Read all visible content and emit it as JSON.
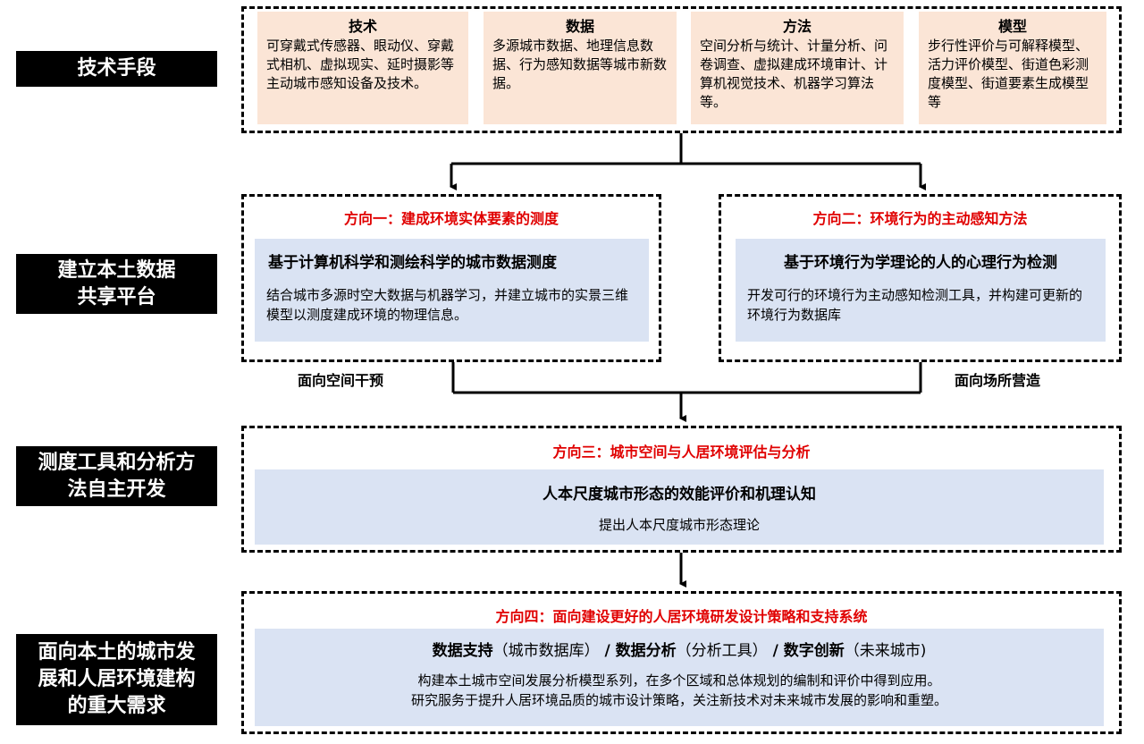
{
  "left_labels": {
    "tech": "技术手段",
    "platform_line1": "建立本土数据",
    "platform_line2": "共享平台",
    "tools_line1": "测度工具和分析方",
    "tools_line2": "法自主开发",
    "demand_line1": "面向本土的城市发",
    "demand_line2": "展和人居环境建构",
    "demand_line3": "的重大需求"
  },
  "top_boxes": [
    {
      "title": "技术",
      "desc": "可穿戴式传感器、眼动仪、穿戴式相机、虚拟现实、延时摄影等主动城市感知设备及技术。"
    },
    {
      "title": "数据",
      "desc": "多源城市数据、地理信息数据、行为感知数据等城市新数据。"
    },
    {
      "title": "方法",
      "desc": "空间分析与统计、计量分析、问卷调查、虚拟建成环境审计、计算机视觉技术、机器学习算法等。"
    },
    {
      "title": "模型",
      "desc": "步行性评价与可解释模型、活力评价模型、街道色彩测度模型、街道要素生成模型等"
    }
  ],
  "direction1": {
    "title": "方向一：建成环境实体要素的测度",
    "subtitle": "基于计算机科学和测绘科学的城市数据测度",
    "desc": "结合城市多源时空大数据与机器学习，并建立城市的实景三维模型以测度建成环境的物理信息。",
    "caption": "面向空间干预"
  },
  "direction2": {
    "title": "方向二：环境行为的主动感知方法",
    "subtitle": "基于环境行为学理论的人的心理行为检测",
    "desc": "开发可行的环境行为主动感知检测工具，并构建可更新的环境行为数据库",
    "caption": "面向场所营造"
  },
  "direction3": {
    "title": "方向三：城市空间与人居环境评估与分析",
    "subtitle": "人本尺度城市形态的效能评价和机理认知",
    "desc": "提出人本尺度城市形态理论"
  },
  "direction4": {
    "title": "方向四：面向建设更好的人居环境研发设计策略和支持系统",
    "s1_bold": "数据支持",
    "s1_plain": "（城市数据库）",
    "sep1": " / ",
    "s2_bold": "数据分析",
    "s2_plain": "（分析工具）",
    "sep2": " / ",
    "s3_bold": "数字创新",
    "s3_plain": "（未来城市)",
    "desc1": "构建本土城市空间发展分析模型系列，在多个区域和总体规划的编制和评价中得到应用。",
    "desc2": "研究服务于提升人居环境品质的城市设计策略，关注新技术对未来城市发展的影响和重塑。"
  },
  "colors": {
    "red": "#e00000",
    "beige": "#fbe5d6",
    "blue": "#dae3f3",
    "black": "#000000"
  }
}
